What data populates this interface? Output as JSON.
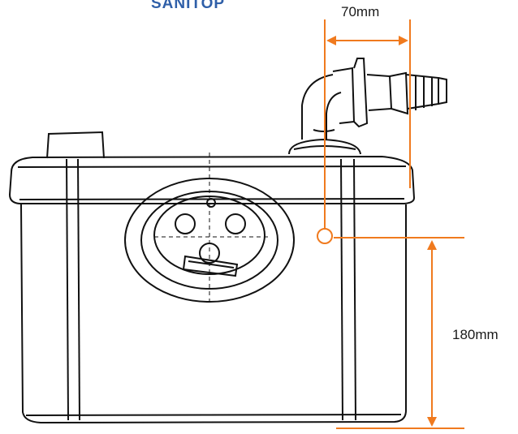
{
  "brand": {
    "text": "SANITOP",
    "color": "#2f5fa8"
  },
  "dimensions": {
    "horizontal": {
      "label": "70mm"
    },
    "vertical": {
      "label": "180mm"
    }
  },
  "colors": {
    "dimension": "#f07a1e",
    "drawing": "#111111"
  }
}
